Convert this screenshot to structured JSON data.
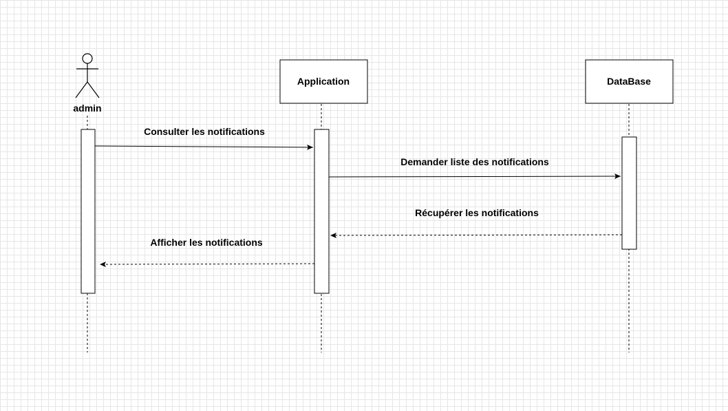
{
  "diagram": {
    "type": "sequence",
    "participants": [
      {
        "id": "admin",
        "label": "admin",
        "kind": "actor"
      },
      {
        "id": "app",
        "label": "Application",
        "kind": "box"
      },
      {
        "id": "db",
        "label": "DataBase",
        "kind": "box"
      }
    ],
    "messages": [
      {
        "from": "admin",
        "to": "app",
        "label": "Consulter les notifications",
        "style": "solid"
      },
      {
        "from": "app",
        "to": "db",
        "label": "Demander liste des notifications",
        "style": "solid"
      },
      {
        "from": "db",
        "to": "app",
        "label": "Récupérer les notifications",
        "style": "dashed"
      },
      {
        "from": "app",
        "to": "admin",
        "label": "Afficher les notifications",
        "style": "dashed"
      }
    ]
  }
}
